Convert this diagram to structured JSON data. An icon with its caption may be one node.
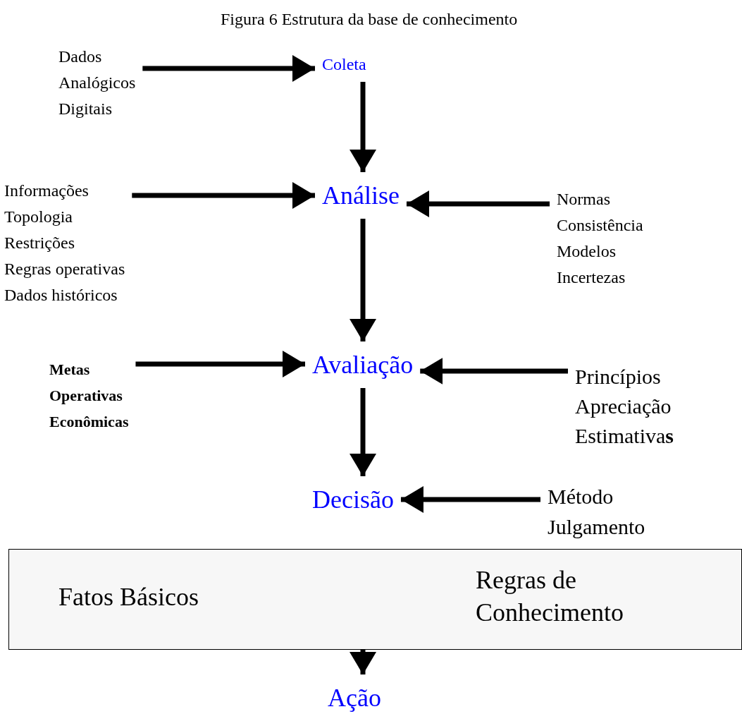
{
  "diagram": {
    "title": "Figura 6 Estrutura da base de conhecimento",
    "nodes": [
      {
        "text": [
          "Coleta"
        ]
      },
      {
        "text": [
          "Dados",
          "Analógicos",
          "Digitais"
        ]
      },
      {
        "text": [
          "Análise"
        ]
      },
      {
        "text": [
          "Informações",
          "Topologia",
          "Restrições",
          "Regras operativas",
          "Dados históricos"
        ]
      },
      {
        "text": [
          "Normas",
          "Consistência",
          "Modelos",
          "Incertezas"
        ]
      },
      {
        "text": [
          "Avaliação"
        ]
      },
      {
        "text": [
          "Metas",
          "Operativas",
          "Econômicas"
        ]
      },
      {
        "text": [
          "Princípios",
          "Apreciação",
          "Estimativa**s**"
        ]
      },
      {
        "text": [
          "Decisão"
        ]
      },
      {
        "text": [
          "Método",
          "Julgamento"
        ]
      },
      {
        "text": [
          "Fatos Básicos",
          "Regras de Conhecimento"
        ]
      },
      {
        "text": [
          "Ação"
        ]
      }
    ],
    "edges": [
      {
        "from": 1,
        "to": 0,
        "arrow": "to"
      },
      {
        "from": 0,
        "to": 2,
        "arrow": "to"
      },
      {
        "from": 3,
        "to": 2,
        "arrow": "to"
      },
      {
        "from": 4,
        "to": 2,
        "arrow": "to"
      },
      {
        "from": 2,
        "to": 5,
        "arrow": "to"
      },
      {
        "from": 6,
        "to": 5,
        "arrow": "to"
      },
      {
        "from": 7,
        "to": 5,
        "arrow": "to"
      },
      {
        "from": 5,
        "to": 8,
        "arrow": "to"
      },
      {
        "from": 9,
        "to": 8,
        "arrow": "to"
      },
      {
        "from": 10,
        "to": 11,
        "arrow": "to"
      }
    ]
  }
}
